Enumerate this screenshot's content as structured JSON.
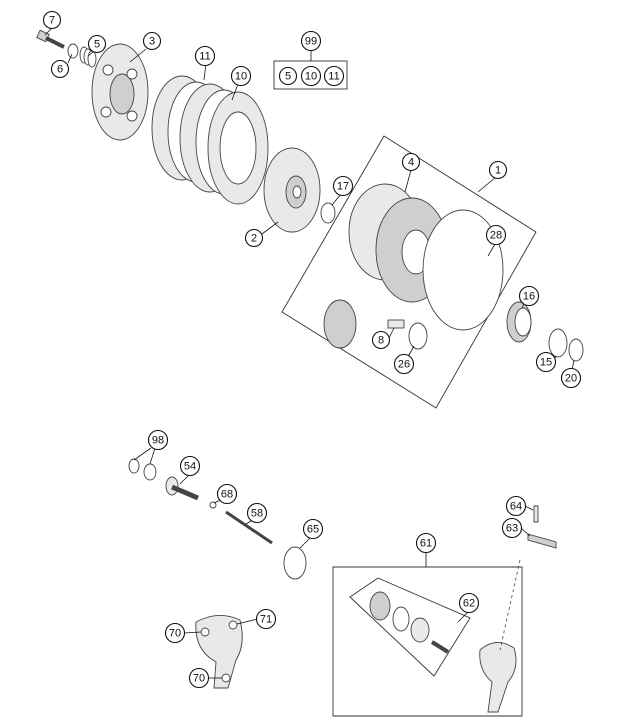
{
  "callouts": [
    {
      "key": "c7",
      "label": "7"
    },
    {
      "key": "c5",
      "label": "5"
    },
    {
      "key": "c3",
      "label": "3"
    },
    {
      "key": "c6",
      "label": "6"
    },
    {
      "key": "c11",
      "label": "11"
    },
    {
      "key": "c10",
      "label": "10"
    },
    {
      "key": "c99",
      "label": "99"
    },
    {
      "key": "k5",
      "label": "5"
    },
    {
      "key": "k10",
      "label": "10"
    },
    {
      "key": "k11",
      "label": "11"
    },
    {
      "key": "c4",
      "label": "4"
    },
    {
      "key": "c1",
      "label": "1"
    },
    {
      "key": "c17",
      "label": "17"
    },
    {
      "key": "c2",
      "label": "2"
    },
    {
      "key": "c28",
      "label": "28"
    },
    {
      "key": "c16",
      "label": "16"
    },
    {
      "key": "c8",
      "label": "8"
    },
    {
      "key": "c26",
      "label": "26"
    },
    {
      "key": "c15",
      "label": "15"
    },
    {
      "key": "c20",
      "label": "20"
    },
    {
      "key": "c98",
      "label": "98"
    },
    {
      "key": "c54",
      "label": "54"
    },
    {
      "key": "c68",
      "label": "68"
    },
    {
      "key": "c58",
      "label": "58"
    },
    {
      "key": "c65",
      "label": "65"
    },
    {
      "key": "c64",
      "label": "64"
    },
    {
      "key": "c63",
      "label": "63"
    },
    {
      "key": "c61",
      "label": "61"
    },
    {
      "key": "c62",
      "label": "62"
    },
    {
      "key": "c70a",
      "label": "70"
    },
    {
      "key": "c71",
      "label": "71"
    },
    {
      "key": "c70b",
      "label": "70"
    }
  ]
}
